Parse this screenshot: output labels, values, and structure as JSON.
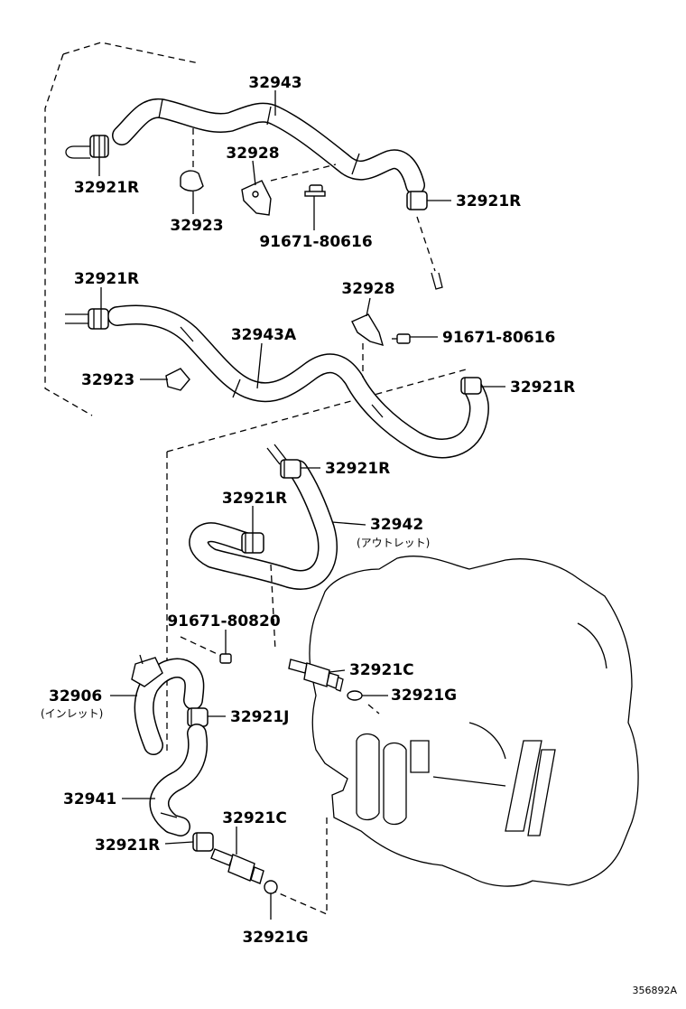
{
  "labels": {
    "p32943": "32943",
    "p32928_top": "32928",
    "p32921r_1": "32921R",
    "p32923_top": "32923",
    "p32921r_2": "32921R",
    "p91671_80616_top": "91671-80616",
    "p32921r_3": "32921R",
    "p32928_mid": "32928",
    "p91671_80616_mid": "91671-80616",
    "p32943a": "32943A",
    "p32923_mid": "32923",
    "p32921r_4": "32921R",
    "p32921r_5": "32921R",
    "p32921r_6": "32921R",
    "p32942": "32942",
    "p32942_sub": "(アウトレット)",
    "p91671_80820": "91671-80820",
    "p32921c_1": "32921C",
    "p32921g_1": "32921G",
    "p32906": "32906",
    "p32906_sub": "(インレット)",
    "p32921j": "32921J",
    "p32941": "32941",
    "p32921c_2": "32921C",
    "p32921r_7": "32921R",
    "p32921g_2": "32921G",
    "ref_code": "356892A"
  }
}
